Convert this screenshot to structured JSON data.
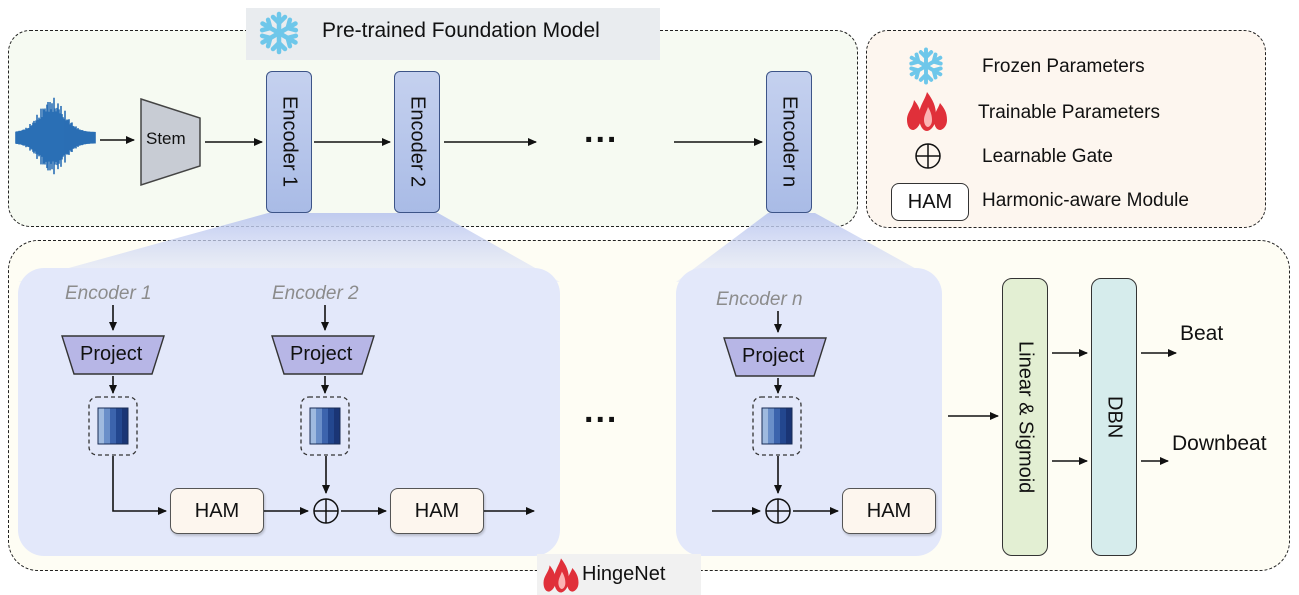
{
  "top_panel": {
    "title": "Pre-trained Foundation Model",
    "stem": "Stem",
    "encoders": [
      "Encoder 1",
      "Encoder 2",
      "Encoder n"
    ],
    "ellipsis": "..."
  },
  "legend": {
    "items": [
      {
        "icon": "snowflake-icon",
        "label": "Frozen Parameters"
      },
      {
        "icon": "flame-icon",
        "label": "Trainable Parameters"
      },
      {
        "icon": "circled-plus-icon",
        "label": "Learnable Gate"
      },
      {
        "box": "HAM",
        "label": "Harmonic-aware Module"
      }
    ]
  },
  "hingenet": {
    "title": "HingeNet",
    "inputs": [
      "Encoder 1",
      "Encoder 2",
      "Encoder n"
    ],
    "project_label": "Project",
    "ham_label": "HAM",
    "ellipsis": "...",
    "linear_sigmoid": "Linear & Sigmoid",
    "dbn": "DBN",
    "outputs": [
      "Beat",
      "Downbeat"
    ]
  },
  "colors": {
    "encoder_fill": "#b8c7ea",
    "project_fill": "#b7b6e6",
    "linear_fill": "#e3efd3",
    "dbn_fill": "#d6ecec",
    "snowflake": "#6ec7ea",
    "flame": "#e0303a",
    "waveform": "#2b6fb5"
  }
}
